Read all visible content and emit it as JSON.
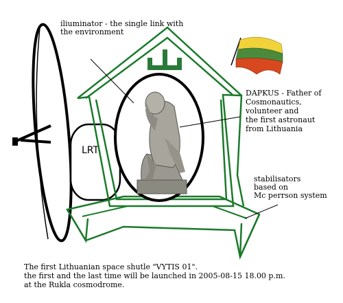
{
  "labels": {
    "illuminator": [
      "iliuminator - the single link with",
      "the environment"
    ],
    "dapkus": [
      "DAPKUS - Father of",
      "Cosmonautics,",
      " volunteer and",
      "the first astronaut",
      "from Lithuania"
    ],
    "stabilisators": [
      "stabilisators",
      "based on",
      "Mc perrson system"
    ],
    "lrt": "LRT"
  },
  "caption": [
    "The first Lithuanian space shutle \"VYTIS 01\".",
    "the first and the last time will be launched in 2005-08-15 18.00 p.m.",
    "at the Rukla cosmodrome."
  ],
  "colors": {
    "outline": "#1a7a2a",
    "emblem": "#2a7a3a",
    "flag_yellow": "#f2d23a",
    "flag_green": "#4a8a3a",
    "flag_red": "#d8481e"
  }
}
